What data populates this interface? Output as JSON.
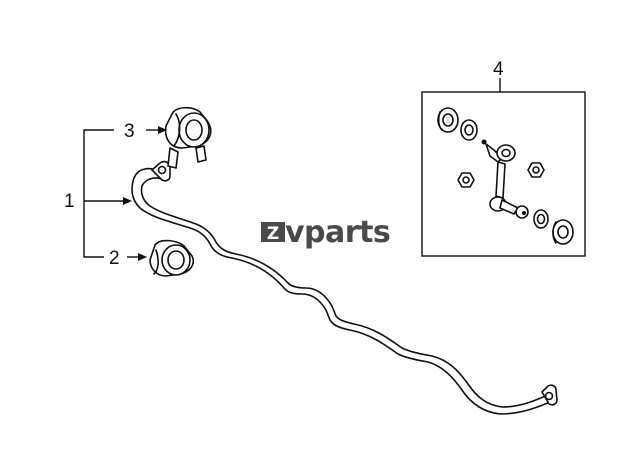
{
  "diagram": {
    "callouts": [
      {
        "id": "1",
        "label": "1"
      },
      {
        "id": "2",
        "label": "2"
      },
      {
        "id": "3",
        "label": "3"
      },
      {
        "id": "4",
        "label": "4"
      }
    ],
    "watermark": {
      "brand": "vparts",
      "logo_letter": "Z"
    },
    "colors": {
      "line": "#111111",
      "watermark": "#4a4a4a",
      "background": "#ffffff"
    }
  }
}
